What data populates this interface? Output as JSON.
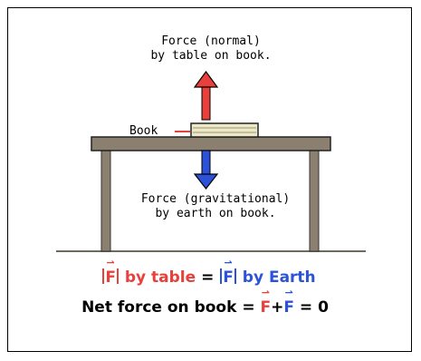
{
  "labels": {
    "normal_force_line1": "Force (normal)",
    "normal_force_line2": "by table on book.",
    "book": "Book",
    "gravity_force_line1": "Force (gravitational)",
    "gravity_force_line2": "by earth on book."
  },
  "equation1": {
    "f_symbol": "F",
    "left_text": "by table",
    "equals": "=",
    "right_text": "by Earth"
  },
  "equation2": {
    "text": "Net force on book",
    "equals": "=",
    "f1": "F",
    "plus": "+",
    "f2": "F",
    "result": "= 0"
  },
  "icons": {
    "vector_arrow": "⇀"
  },
  "colors": {
    "normal_force": "#e8403a",
    "gravity_force": "#2c52d8",
    "table": "#8b7f6f",
    "book_cover": "#c9c28f"
  }
}
